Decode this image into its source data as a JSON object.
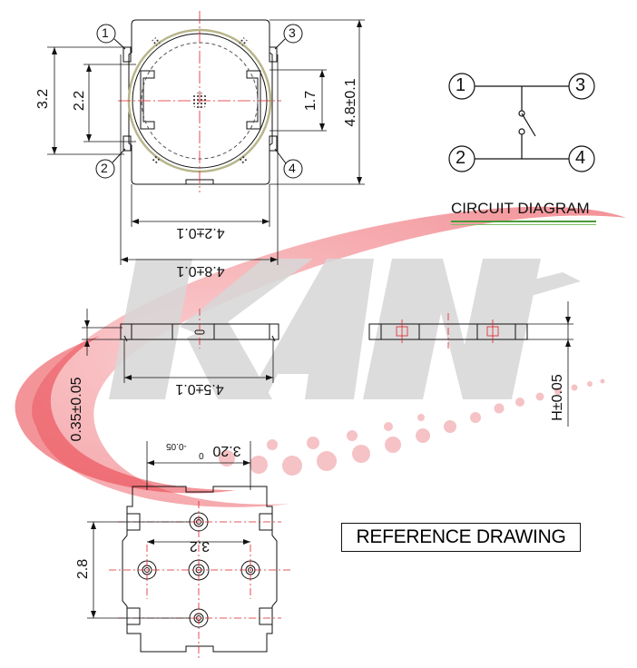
{
  "watermark": {
    "brand": "KAN",
    "swoosh_color": "#e8323c",
    "letter_color": "#d6d6d6"
  },
  "top_view": {
    "pin_labels": [
      "1",
      "2",
      "3",
      "4"
    ],
    "dim_left_outer": "3.2",
    "dim_left_inner": "2.2",
    "dim_right_inner": "1.7",
    "dim_right_outer": "4.8±0.1",
    "dim_bottom_inner": "4.2±0.1",
    "dim_bottom_outer": "4.8±0.1"
  },
  "circuit": {
    "title": "CIRCUIT DIAGRAM",
    "pin_labels": [
      "1",
      "2",
      "3",
      "4"
    ],
    "underline_color": "#4a9a3a"
  },
  "side_view": {
    "dim_width": "4.5±0.1",
    "dim_thickness": "0.35±0.05",
    "dim_height": "H±0.05"
  },
  "footprint": {
    "dim_top": "3.20",
    "dim_top_upper_tol": "0",
    "dim_top_lower_tol": "-0.05",
    "dim_mid": "3.2",
    "dim_left": "2.8"
  },
  "reference_label": "REFERENCE DRAWING",
  "center_line_color": "#e0202a"
}
